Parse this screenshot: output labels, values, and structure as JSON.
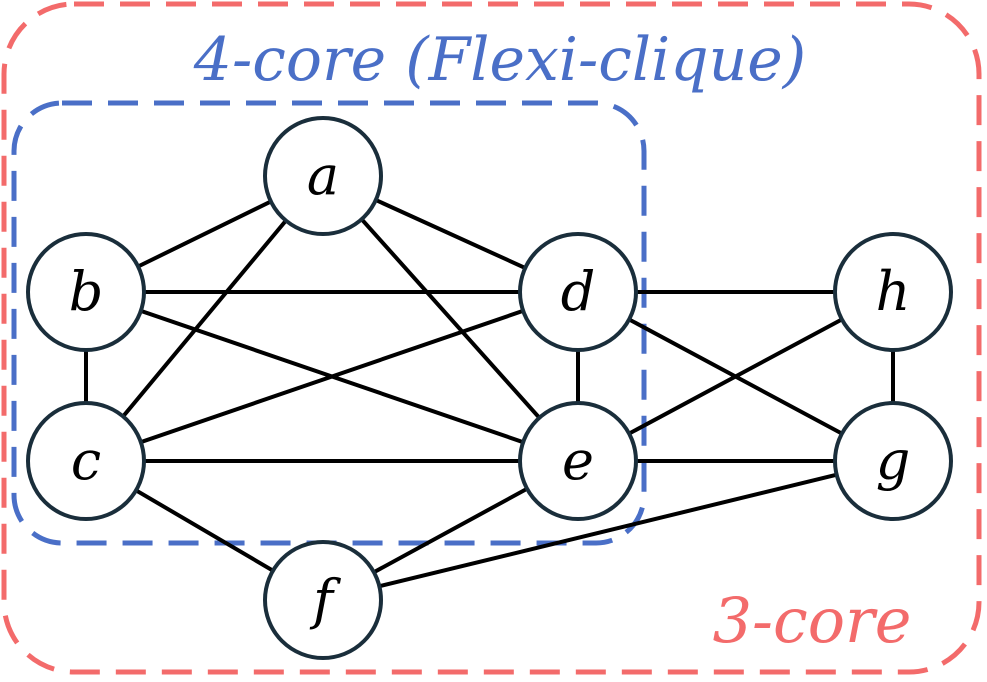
{
  "diagram": {
    "outer_group": {
      "label": "3-core",
      "color": "#f36b6b"
    },
    "inner_group": {
      "label": "4-core (Flexi-clique)",
      "color": "#4a6fc7"
    },
    "nodes": [
      {
        "id": "a",
        "label": "a"
      },
      {
        "id": "b",
        "label": "b"
      },
      {
        "id": "c",
        "label": "c"
      },
      {
        "id": "d",
        "label": "d"
      },
      {
        "id": "e",
        "label": "e"
      },
      {
        "id": "f",
        "label": "f"
      },
      {
        "id": "g",
        "label": "g"
      },
      {
        "id": "h",
        "label": "h"
      }
    ],
    "edges": [
      [
        "a",
        "b"
      ],
      [
        "a",
        "d"
      ],
      [
        "a",
        "c"
      ],
      [
        "a",
        "e"
      ],
      [
        "b",
        "d"
      ],
      [
        "b",
        "c"
      ],
      [
        "b",
        "e"
      ],
      [
        "c",
        "d"
      ],
      [
        "c",
        "e"
      ],
      [
        "c",
        "f"
      ],
      [
        "d",
        "e"
      ],
      [
        "d",
        "h"
      ],
      [
        "d",
        "g"
      ],
      [
        "e",
        "h"
      ],
      [
        "e",
        "g"
      ],
      [
        "e",
        "f"
      ],
      [
        "f",
        "g"
      ],
      [
        "g",
        "h"
      ]
    ]
  }
}
